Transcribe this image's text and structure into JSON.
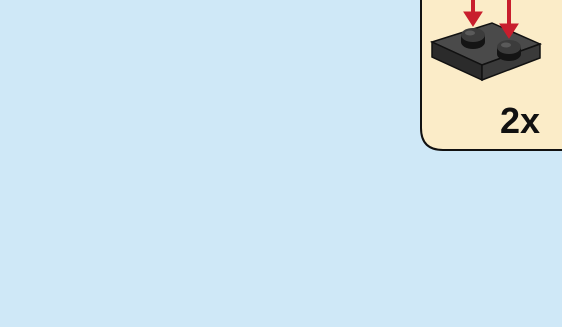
{
  "step": {
    "quantity_label": "2x"
  },
  "colors": {
    "background": "#cfe8f7",
    "callout": "#fbecc8",
    "dark_gray": "#3a3a3a",
    "light_gray": "#a9a9a9",
    "dark_red": "#7a1a2a",
    "arrow_red": "#c81e2d",
    "tan": "#b7a47a"
  },
  "icons": [
    "brick-assembly",
    "callout-panel",
    "plate-1x2-icon",
    "down-arrow",
    "insert-arrow"
  ]
}
